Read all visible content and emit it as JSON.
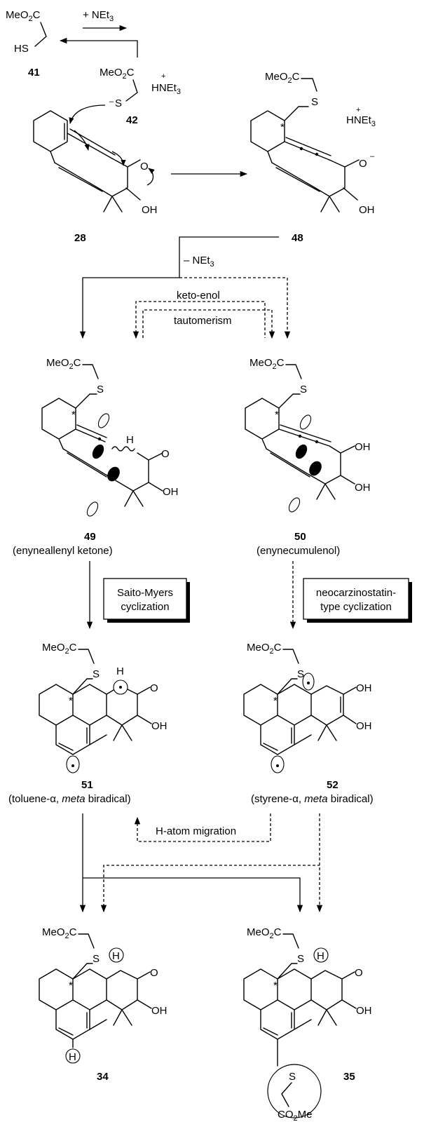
{
  "compounds": {
    "c41": {
      "number": "41",
      "g1": "MeO",
      "g1sub": "2",
      "g1end": "C",
      "sh": "HS"
    },
    "c42": {
      "number": "42",
      "g1": "MeO",
      "g1sub": "2",
      "g1end": "C",
      "s": "S",
      "charge": "–",
      "cation": "HNEt",
      "cationsub": "3",
      "plus": "+"
    },
    "c28": {
      "number": "28",
      "o": "O",
      "oh": "OH"
    },
    "c48": {
      "number": "48",
      "g1": "MeO",
      "g1sub": "2",
      "g1end": "C",
      "s": "S",
      "star": "*",
      "cation": "HNEt",
      "cationsub": "3",
      "plus": "+",
      "o": "O",
      "ominus": "–",
      "oh": "OH"
    },
    "c49": {
      "number": "49",
      "caption": "(enyneallenyl ketone)",
      "g1": "MeO",
      "g1sub": "2",
      "g1end": "C",
      "s": "S",
      "star": "*",
      "h": "H",
      "o": "O",
      "oh": "OH"
    },
    "c50": {
      "number": "50",
      "caption": "(enynecumulenol)",
      "g1": "MeO",
      "g1sub": "2",
      "g1end": "C",
      "s": "S",
      "star": "*",
      "oh1": "OH",
      "oh2": "OH"
    },
    "c51": {
      "number": "51",
      "caption_a": "(toluene-",
      "caption_alpha": "α",
      "caption_b": ", ",
      "caption_meta": "meta",
      "caption_c": " biradical)",
      "g1": "MeO",
      "g1sub": "2",
      "g1end": "C",
      "s": "S",
      "star": "*",
      "h": "H",
      "o": "O",
      "oh": "OH"
    },
    "c52": {
      "number": "52",
      "caption_a": "(styrene-",
      "caption_alpha": "α",
      "caption_b": ", ",
      "caption_meta": "meta",
      "caption_c": " biradical)",
      "g1": "MeO",
      "g1sub": "2",
      "g1end": "C",
      "s": "S",
      "star": "*",
      "oh1": "OH",
      "oh2": "OH"
    },
    "c34": {
      "number": "34",
      "g1": "MeO",
      "g1sub": "2",
      "g1end": "C",
      "s": "S",
      "star": "*",
      "h1": "H",
      "h2": "H",
      "o": "O",
      "oh": "OH"
    },
    "c35": {
      "number": "35",
      "g1": "MeO",
      "g1sub": "2",
      "g1end": "C",
      "s": "S",
      "star": "*",
      "h1": "H",
      "o": "O",
      "oh": "OH",
      "s2": "S",
      "co": "CO",
      "cosub": "2",
      "coend": "Me"
    }
  },
  "arrows": {
    "net3_add": "+ NEt",
    "net3_add_sub": "3",
    "net3_remove": "– NEt",
    "net3_remove_sub": "3",
    "keto_enol_1": "keto-enol",
    "keto_enol_2": "tautomerism",
    "h_migration": "H-atom migration"
  },
  "boxes": {
    "saito_1": "Saito-Myers",
    "saito_2": "cyclization",
    "neo_1": "neocarzinostatin-",
    "neo_2": "type cyclization"
  }
}
